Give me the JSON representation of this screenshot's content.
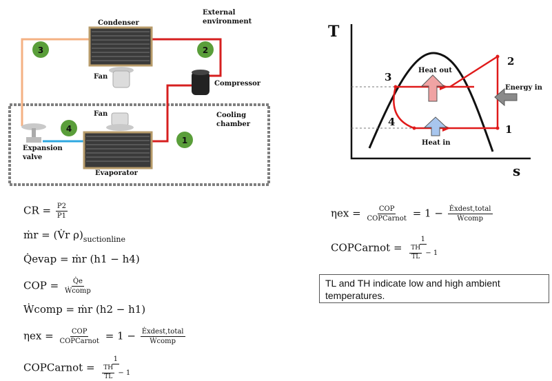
{
  "schematic": {
    "condenser": "Condenser",
    "external_env_line1": "External",
    "external_env_line2": "environment",
    "compressor": "Compressor",
    "fan_top": "Fan",
    "fan_bottom": "Fan",
    "cooling_line1": "Cooling",
    "cooling_line2": "chamber",
    "expansion_line1": "Expansion",
    "expansion_line2": "valve",
    "evaporator": "Evaporator",
    "markers": [
      "3",
      "2",
      "4",
      "1"
    ],
    "colors": {
      "hot_line": "#d61f1f",
      "warm_line": "#f4b183",
      "cold_line": "#2ea7e0",
      "marker": "#5a9e3a",
      "chamber_border": "#7f7f7f"
    }
  },
  "ts_diagram": {
    "y_axis": "T",
    "x_axis": "s",
    "points": [
      "1",
      "2",
      "3",
      "4"
    ],
    "heat_out": "Heat out",
    "heat_in": "Heat in",
    "energy_in": "Energy in"
  },
  "equations": {
    "cr_lhs": "CR =",
    "cr_num": "P2",
    "cr_den": "P1",
    "mr_lhs": "ṁr = (V̇r ρ)",
    "mr_sub": "suctionline",
    "q_lhs": "Q̇evap = ṁr (h1 − h4)",
    "cop_lhs": "COP =",
    "cop_num": "Q̇e",
    "cop_den": "Ẇcomp",
    "w_lhs": "Ẇcomp = ṁr (h2 − h1)",
    "eta_lhs": "ηex =",
    "eta_num1": "COP",
    "eta_den1": "COPCarnot",
    "eta_mid": "= 1 −",
    "eta_num2": "Ėxdest,total",
    "eta_den2": "Ẇcomp",
    "carnot_lhs": "COPCarnot =",
    "carnot_num": "1",
    "carnot_den_num": "TH",
    "carnot_den_den": "TL",
    "carnot_den_tail": "− 1"
  },
  "note": "TL and TH indicate low and high ambient temperatures."
}
